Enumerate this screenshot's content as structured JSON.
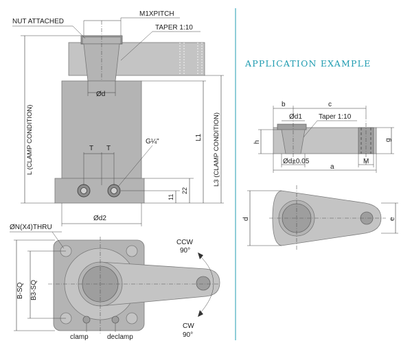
{
  "main_drawing": {
    "labels": {
      "nut_attached": "NUT ATTACHED",
      "m1_pitch": "M1XPITCH",
      "taper": "TAPER 1:10",
      "d": "Ød",
      "t_left": "T",
      "t_right": "T",
      "g_quarter": "G¼\"",
      "l_clamp": "L (CLAMP CONDITION)",
      "l1": "L1",
      "l3_clamp": "L3 (CLAMP CONDITION)",
      "dim_11": "11",
      "dim_22": "22",
      "d2": "Ød2"
    }
  },
  "bottom_view": {
    "labels": {
      "n_thru": "ØN(X4)THRU",
      "b_sq": "B-SQ",
      "b3_sq": "B3-SQ",
      "ccw": "CCW",
      "ccw_deg": "90°",
      "cw": "CW",
      "cw_deg": "90°",
      "clamp": "clamp",
      "declamp": "declamp"
    }
  },
  "application": {
    "title": "APPLICATION EXAMPLE",
    "labels": {
      "b": "b",
      "c": "c",
      "d1": "Ød1",
      "taper": "Taper 1:10",
      "h": "h",
      "g": "g",
      "d_tol": "Ød±0.05",
      "m": "M",
      "a": "a",
      "d": "d",
      "e": "e"
    }
  },
  "colors": {
    "divider": "#1e9bb0",
    "title": "#1e9bb0",
    "body_fill": "#b4b4b4"
  }
}
